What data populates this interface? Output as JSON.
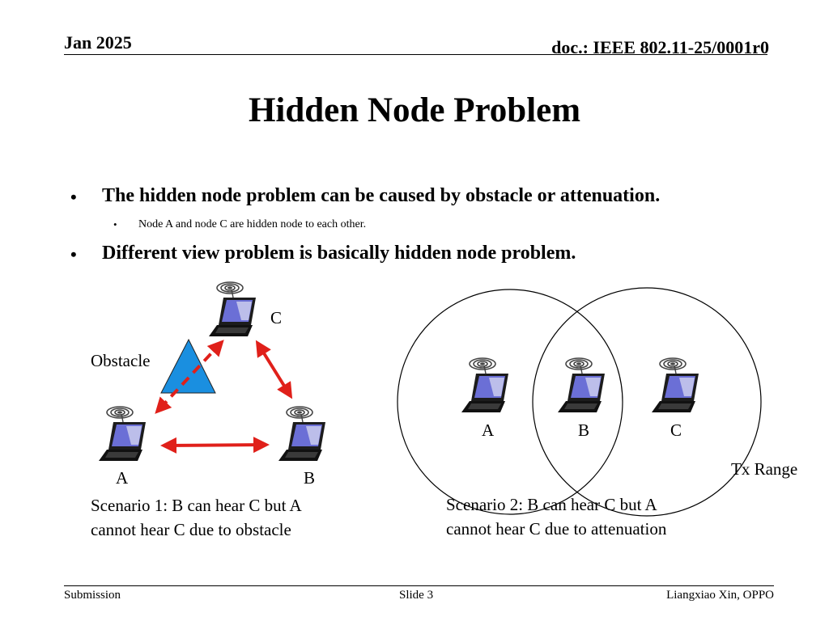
{
  "header": {
    "date": "Jan 2025",
    "doc_id": "doc.: IEEE 802.11-25/0001r0"
  },
  "title": "Hidden Node Problem",
  "bullets": [
    {
      "text": "The hidden node problem can be caused by obstacle or attenuation.",
      "sub": [
        "Node A and node C are hidden node to each other."
      ]
    },
    {
      "text": "Different view problem is basically hidden node problem."
    }
  ],
  "scenario1": {
    "nodes": {
      "a": "A",
      "b": "B",
      "c": "C"
    },
    "obstacle_label": "Obstacle",
    "caption_line1": "Scenario 1: B can hear C but A",
    "caption_line2": "cannot hear C due to obstacle"
  },
  "scenario2": {
    "nodes": {
      "a": "A",
      "b": "B",
      "c": "C"
    },
    "range_label": "Tx Range",
    "caption_line1": "Scenario 2: B can hear C but A",
    "caption_line2": "cannot hear C due to attenuation"
  },
  "footer": {
    "left": "Submission",
    "center": "Slide 3",
    "right": "Liangxiao Xin, OPPO"
  },
  "colors": {
    "arrow": "#e0201a",
    "obstacle": "#1a8fe0",
    "laptop_screen": "#6b6fd6"
  },
  "icons": [
    "laptop-icon",
    "wifi-signal-icon",
    "obstacle-triangle-icon"
  ]
}
